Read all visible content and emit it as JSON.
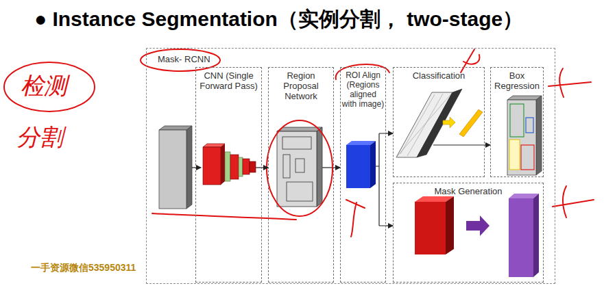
{
  "diagram": {
    "title": "● Instance Segmentation（实例分割， two-stage）",
    "nodes": [
      {
        "text": [
          "Mask- RCNN"
        ]
      },
      {
        "text": [
          "CNN (Single Forward Pass)"
        ],
        "in": 0
      },
      {
        "text": [
          "Region Proposal Network"
        ],
        "in": 0
      },
      {
        "text": [
          "ROI Align (Regions aligned with image)"
        ],
        "in": 0
      },
      {
        "text": [
          "Classification"
        ],
        "in": 0
      },
      {
        "text": [
          "Box Regression"
        ],
        "in": 0
      },
      {
        "text": [
          "Mask Generation"
        ],
        "in": 0
      }
    ],
    "edges": [
      {
        "from": 1,
        "to": 2,
        "arrow": "to"
      },
      {
        "from": 2,
        "to": 3,
        "arrow": "to"
      },
      {
        "from": 3,
        "to": 4,
        "arrow": "to"
      },
      {
        "from": 3,
        "to": 6,
        "arrow": "to"
      },
      {
        "from": 4,
        "to": 5,
        "arrow": "to"
      }
    ],
    "labels": [
      "检测",
      "分割",
      "一手资源微信535950311"
    ]
  }
}
